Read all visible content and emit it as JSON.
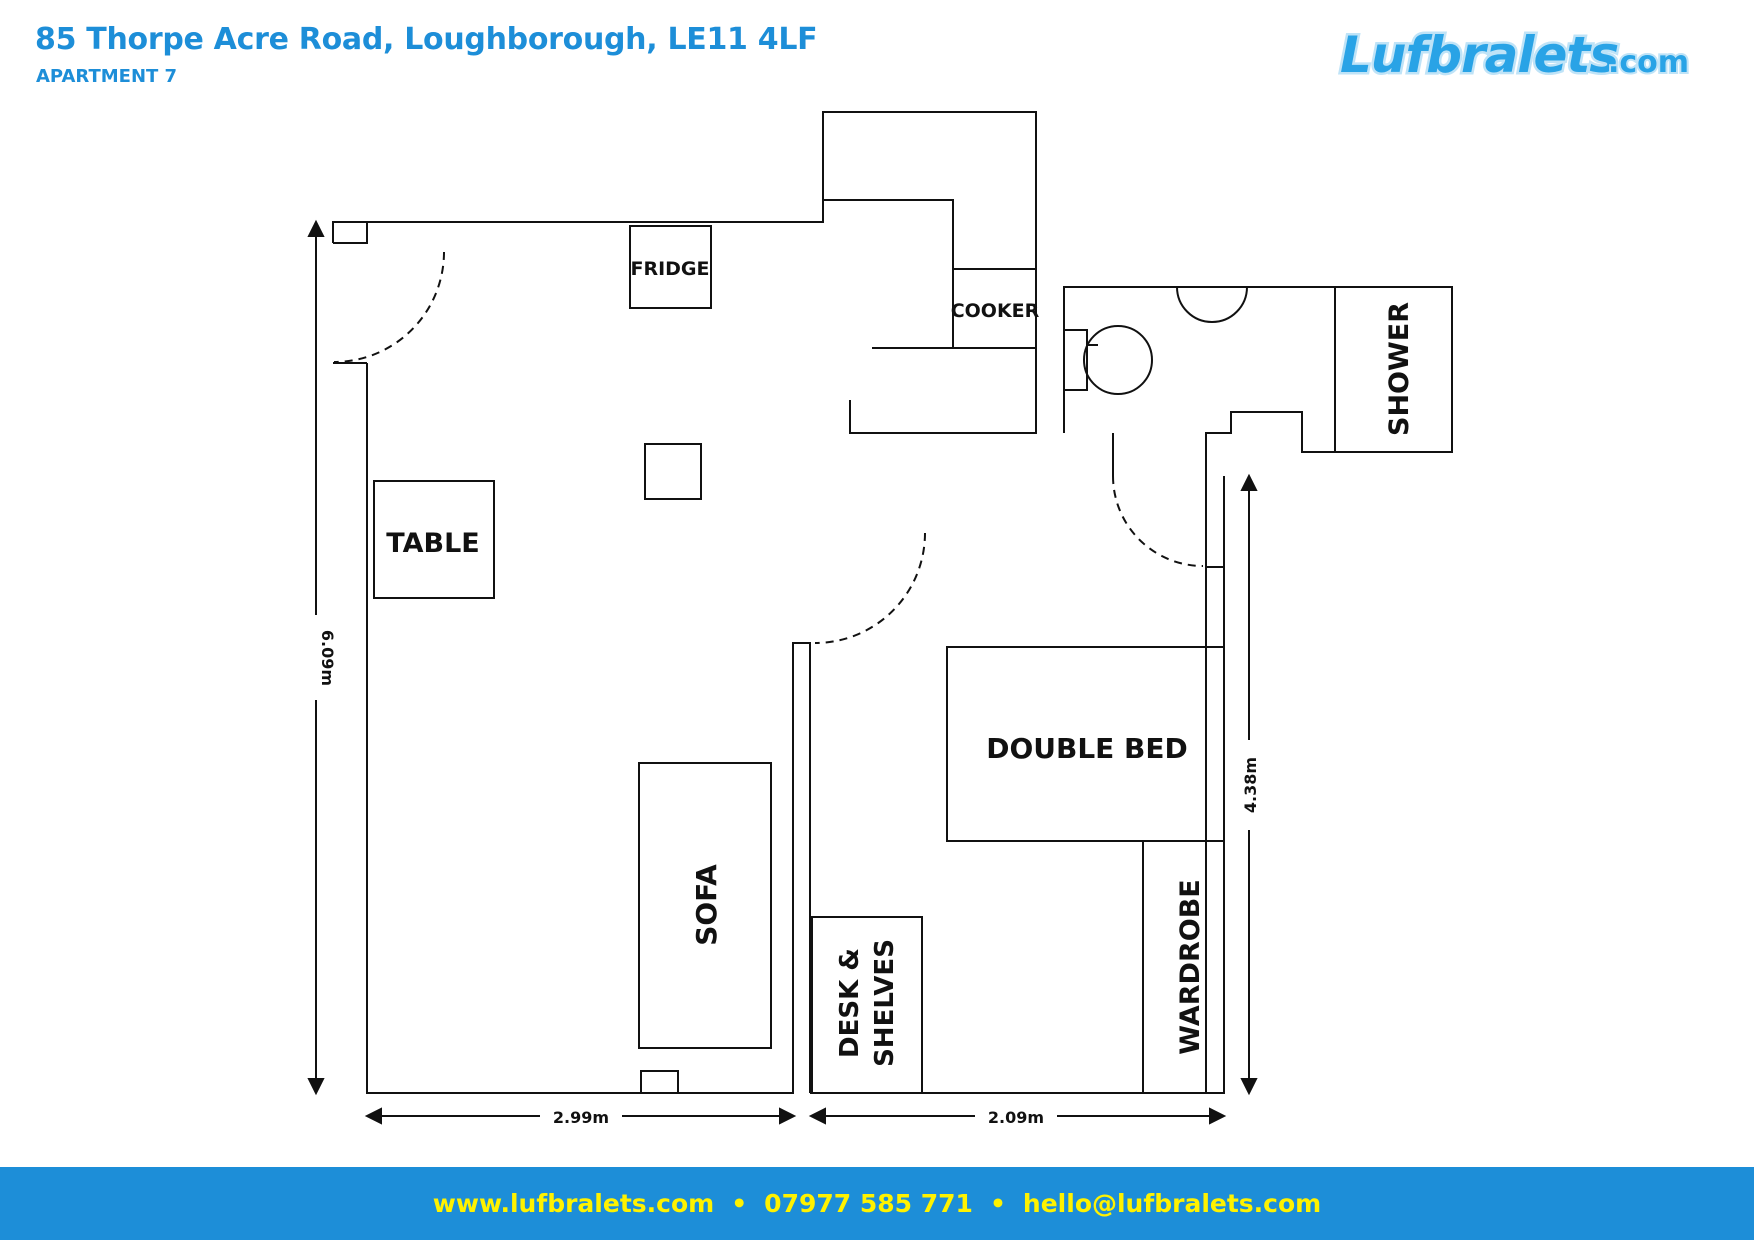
{
  "header": {
    "address": "85 Thorpe Acre Road, Loughborough, LE11 4LF",
    "apartment": "APARTMENT 7"
  },
  "logo": {
    "text": "Lufbralets",
    "suffix": ".com"
  },
  "rooms": {
    "fridge": "FRIDGE",
    "cooker": "COOKER",
    "table": "TABLE",
    "sofa": "SOFA",
    "double_bed": "DOUBLE BED",
    "wardrobe": "WARDROBE",
    "desk_line1": "DESK &",
    "desk_line2": "SHELVES",
    "shower": "SHOWER"
  },
  "dimensions": {
    "left_height": "6.09m",
    "left_width": "2.99m",
    "right_width": "2.09m",
    "right_height": "4.38m"
  },
  "footer": {
    "website": "www.lufbralets.com",
    "phone": "07977 585 771",
    "email": "hello@lufbralets.com",
    "separator": "•"
  },
  "colors": {
    "brand_blue": "#1d8ed8",
    "footer_text": "#fff200",
    "wall": "#111111"
  }
}
